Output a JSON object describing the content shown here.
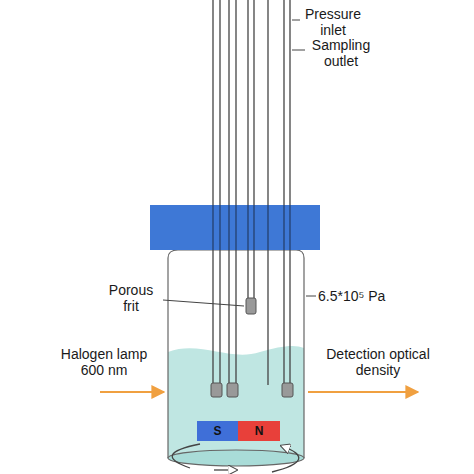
{
  "diagram": {
    "nodes": [
      {
        "text": [
          "S"
        ]
      },
      {
        "text": [
          "N"
        ]
      }
    ],
    "labels": [
      "Pressure inlet",
      "Sampling outlet",
      "Porous frit",
      "6.5*10⁵ Pa",
      "Halogen lamp 600 nm",
      "Detection optical density"
    ]
  }
}
